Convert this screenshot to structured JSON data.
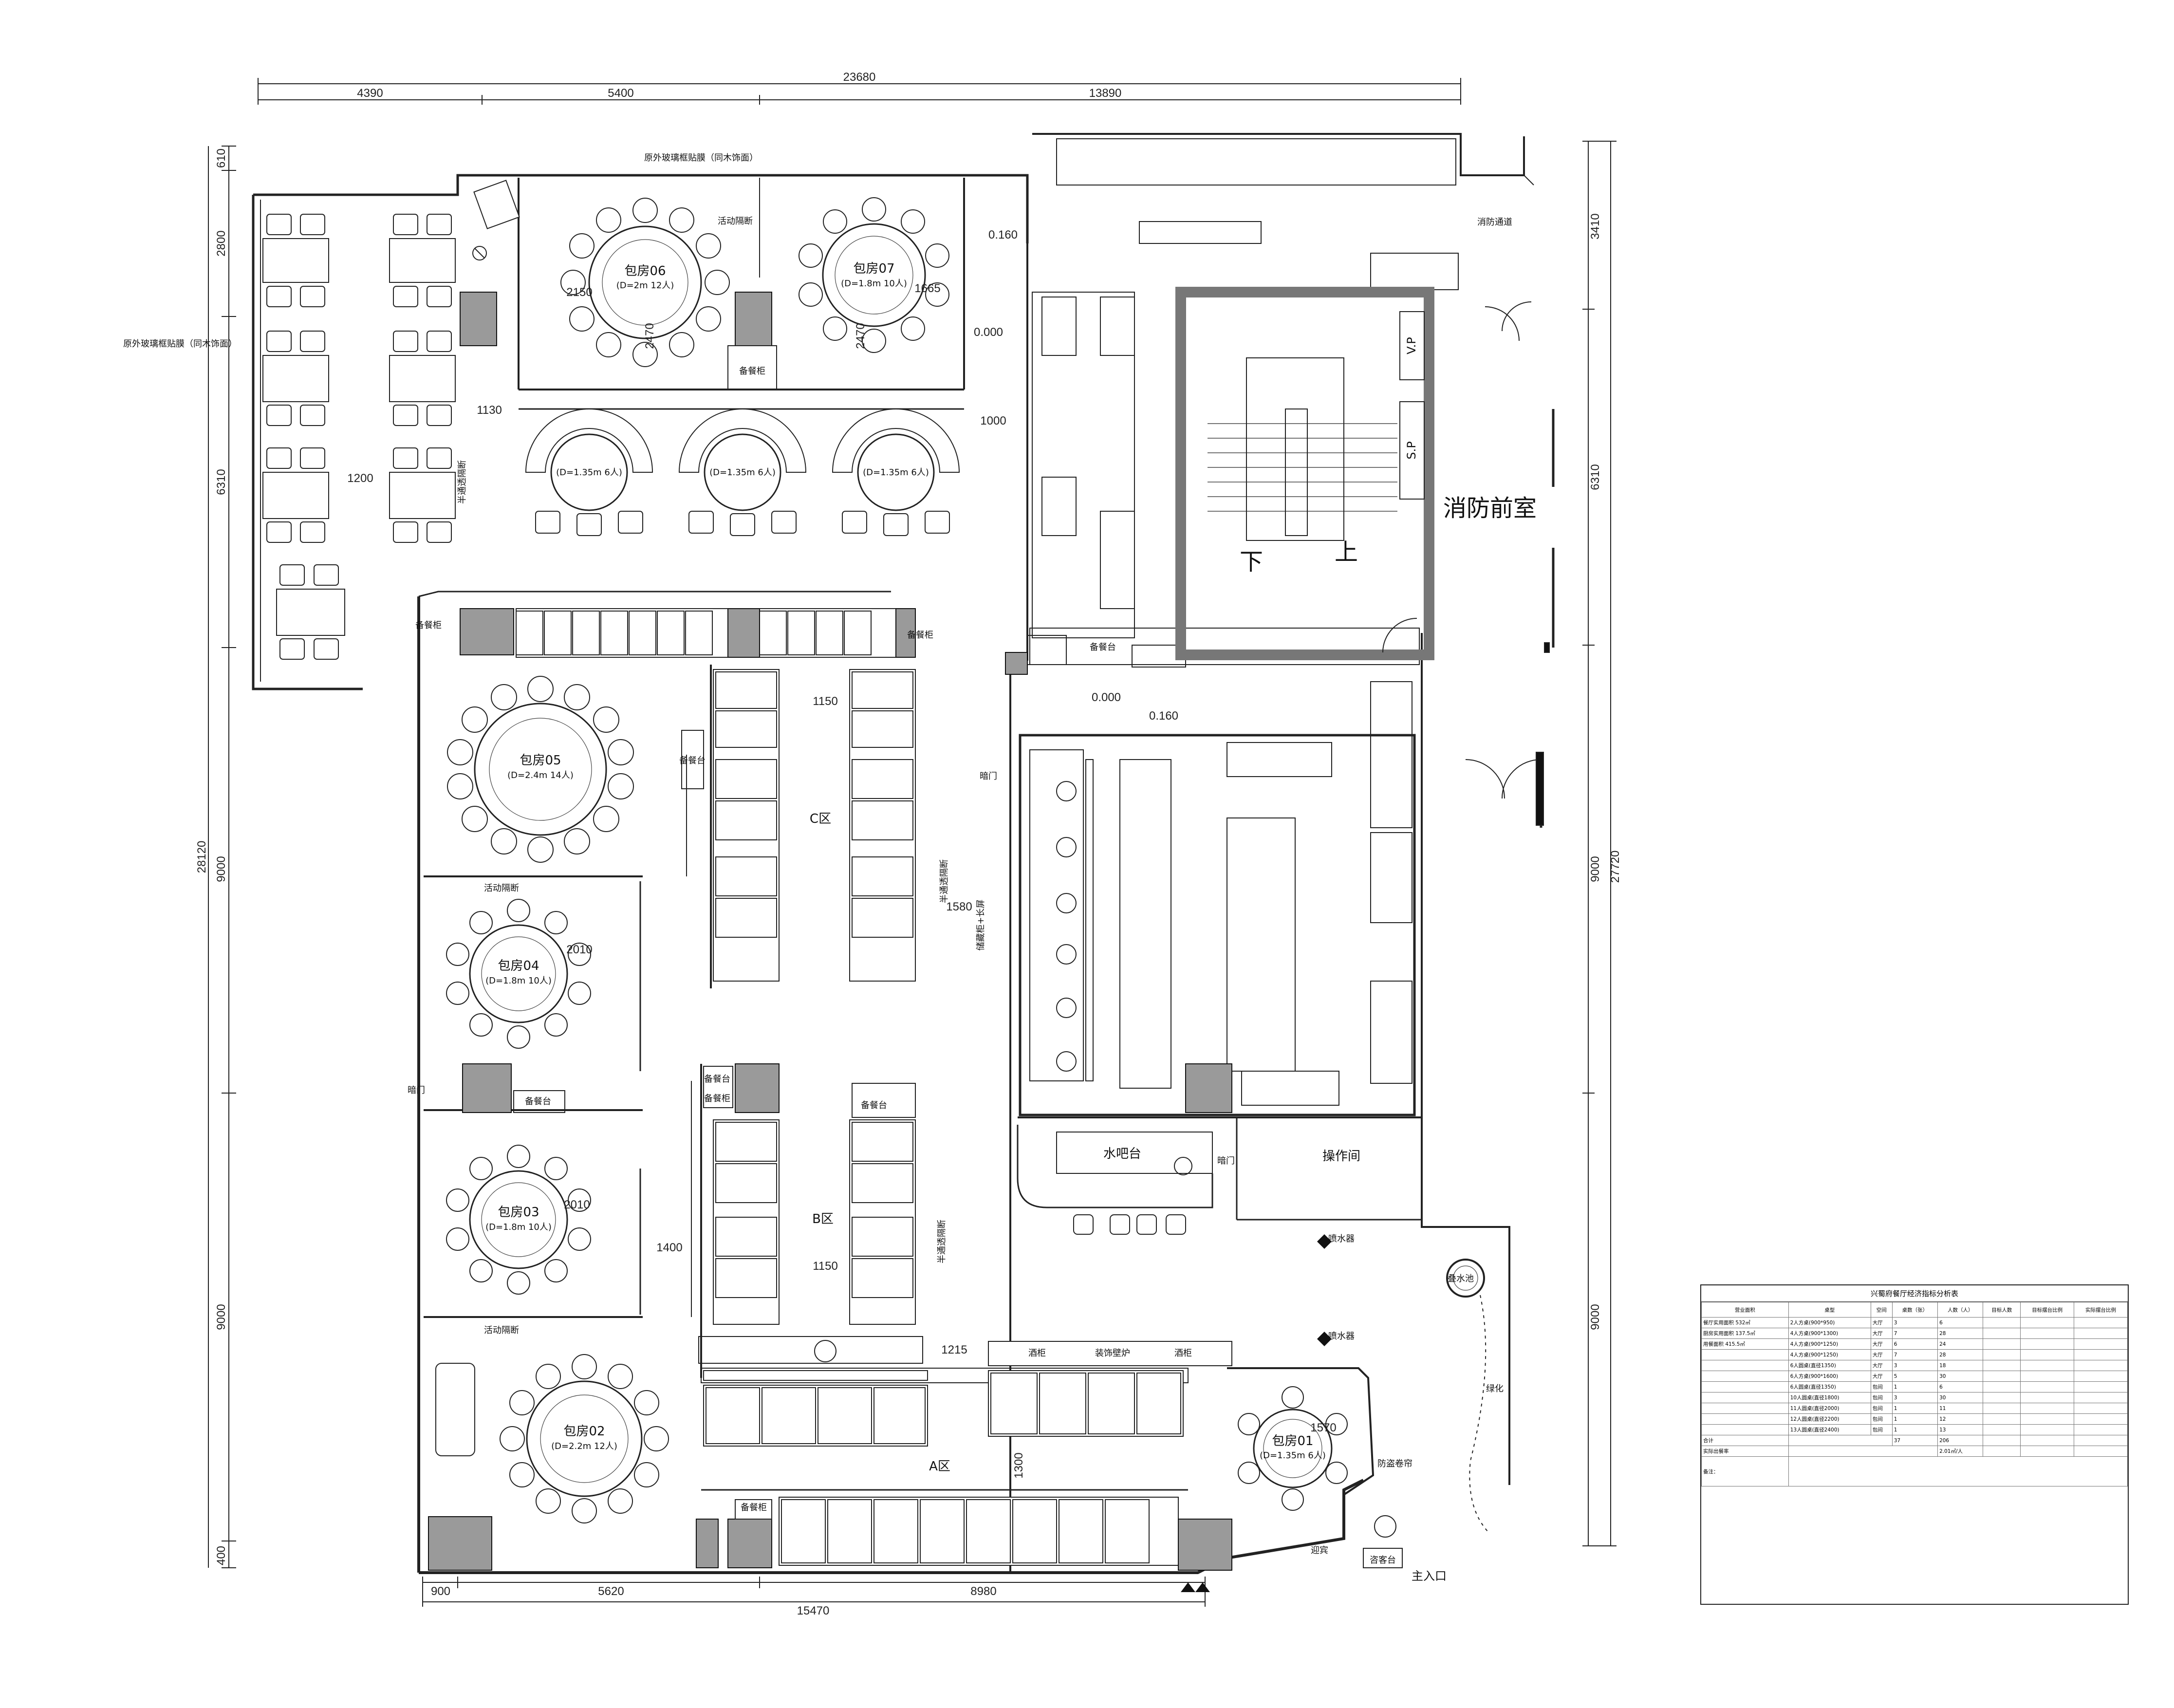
{
  "dimensions": {
    "top_total": "23680",
    "top_segments": [
      "4390",
      "5400",
      "13890"
    ],
    "left_segments": [
      "610",
      "2800",
      "6310",
      "9000",
      "9000",
      "400"
    ],
    "left_total": "28120",
    "right_segments": [
      "3410",
      "6310",
      "9000",
      "9000"
    ],
    "right_total": "27720",
    "bottom_segments": [
      "900",
      "5620",
      "8980"
    ],
    "bottom_total": "15470",
    "inner": [
      "1130",
      "1200",
      "1150",
      "1580",
      "1400",
      "1150",
      "1215",
      "1300",
      "1000",
      "2010",
      "2010",
      "1570",
      "2470",
      "1665",
      "2150",
      "2470"
    ],
    "levels": [
      "0.160",
      "0.000",
      "0.000",
      "0.160"
    ]
  },
  "notes": {
    "glass_top": "原外玻璃框贴膜（同木饰面）",
    "glass_left": "原外玻璃框贴膜（同木饰面）",
    "fire_corridor": "消防通道",
    "fire_room": "消防前室",
    "stair_down": "下",
    "stair_up": "上",
    "vp": "V.P",
    "sp": "S.P",
    "partition_movable": "活动隔断",
    "partition_half": "半通透隔断",
    "service_cabinet": "备餐柜",
    "service_table": "备餐台",
    "hidden_door": "暗门",
    "wine_cabinet": "储藏柜+长屏",
    "wine": "酒柜",
    "deco_wall": "装饰壁炉",
    "bar": "水吧台",
    "operation": "操作间",
    "spray": "喷水器",
    "fountain": "叠水池",
    "planter": "绿化",
    "flowerbed": "防盗卷帘",
    "reception": "迎宾",
    "guest_desk": "咨客台",
    "main_entrance": "主入口"
  },
  "rooms": {
    "r06": {
      "name": "包房06",
      "spec": "(D=2m 12人)"
    },
    "r07": {
      "name": "包房07",
      "spec": "(D=1.8m 10人)"
    },
    "r05": {
      "name": "包房05",
      "spec": "(D=2.4m 14人)"
    },
    "r04": {
      "name": "包房04",
      "spec": "(D=1.8m 10人)"
    },
    "r03": {
      "name": "包房03",
      "spec": "(D=1.8m 10人)"
    },
    "r02": {
      "name": "包房02",
      "spec": "(D=2.2m 12人)"
    },
    "r01": {
      "name": "包房01",
      "spec": "(D=1.35m 6人)"
    },
    "booth": "(D=1.35m 6人)",
    "zone_a": "A区",
    "zone_b": "B区",
    "zone_c": "C区"
  },
  "stats_table": {
    "title": "兴蜀府餐厅经济指标分析表",
    "headers": [
      "营业面积",
      "桌型",
      "空间",
      "桌数（张）",
      "人数（人）",
      "目标人数",
      "目标摆台比例",
      "实际摆台比例"
    ],
    "area_lines": [
      "餐厅实用面积 532㎡",
      "厨房实用面积 137.5㎡",
      "用餐面积 415.5㎡"
    ],
    "rows": [
      [
        "2人方桌(900*950)",
        "大厅",
        "3",
        "6"
      ],
      [
        "4人方桌(900*1300)",
        "大厅",
        "7",
        "28"
      ],
      [
        "4人方桌(900*1250)",
        "大厅",
        "6",
        "24"
      ],
      [
        "4人方桌(900*1250)",
        "大厅",
        "7",
        "28"
      ],
      [
        "6人圆桌(直径1350)",
        "大厅",
        "3",
        "18"
      ],
      [
        "6人方桌(900*1600)",
        "大厅",
        "5",
        "30"
      ],
      [
        "6人圆桌(直径1350)",
        "包间",
        "1",
        "6"
      ],
      [
        "10人圆桌(直径1800)",
        "包间",
        "3",
        "30"
      ],
      [
        "11人圆桌(直径2000)",
        "包间",
        "1",
        "11"
      ],
      [
        "12人圆桌(直径2200)",
        "包间",
        "1",
        "12"
      ],
      [
        "13人圆桌(直径2400)",
        "包间",
        "1",
        "13"
      ]
    ],
    "total_label": "合计",
    "total_tables": "37",
    "total_people": "206",
    "rate_label": "实际出餐率",
    "rate_value": "2.01㎡/人",
    "remark_label": "备注："
  }
}
